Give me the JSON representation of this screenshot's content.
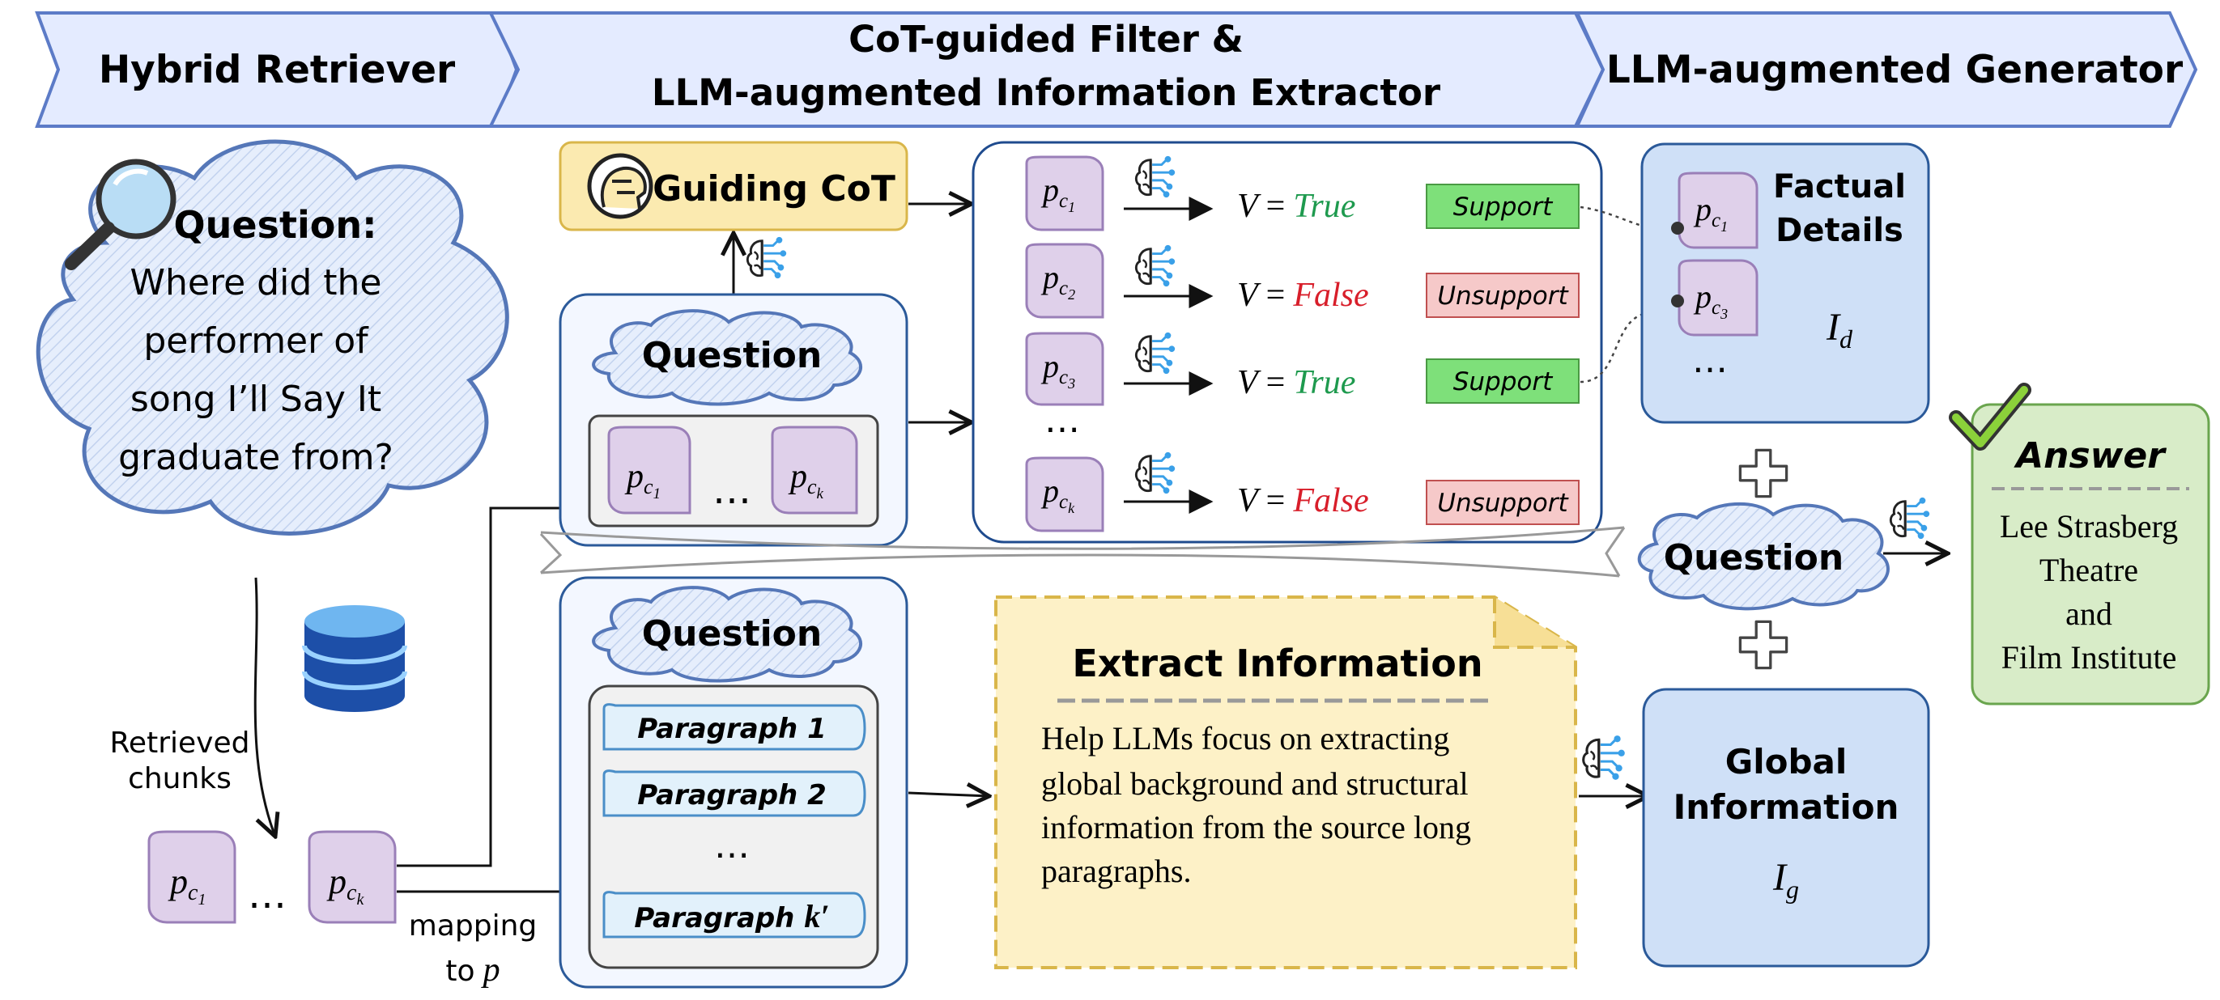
{
  "stages": [
    {
      "label": "Hybrid Retriever"
    },
    {
      "label_line1": "CoT-guided Filter &",
      "label_line2": "LLM-augmented Information Extractor"
    },
    {
      "label": "LLM-augmented Generator"
    }
  ],
  "question_cloud": {
    "title": "Question:",
    "lines": [
      "Where did the",
      "performer of",
      "song I’ll Say It",
      "graduate from?"
    ]
  },
  "retrieved_label": [
    "Retrieved",
    "chunks"
  ],
  "mapping_label": {
    "text": "mapping",
    "to": "to",
    "var": "p"
  },
  "chunk_var": "p",
  "chunk_subs": {
    "c1": "c",
    "c1n": "1",
    "c3n": "3",
    "c2n": "2",
    "ck": "k"
  },
  "ellipsis": "…",
  "vertical_dots": "⋮",
  "guiding_cot": "Guiding CoT",
  "question_label": "Question",
  "paragraphs": [
    "Paragraph 1",
    "Paragraph 2",
    "Paragraph"
  ],
  "paragraph_k_var": "k′",
  "verdicts": [
    {
      "v": "V",
      "eq": "=",
      "value": "True",
      "color": "#1e9a4e",
      "tag": "Support",
      "tag_color": "#7ee07a"
    },
    {
      "v": "V",
      "eq": "=",
      "value": "False",
      "color": "#d81e2a",
      "tag": "Unsupport",
      "tag_color": "#f6c9c9"
    },
    {
      "v": "V",
      "eq": "=",
      "value": "True",
      "color": "#1e9a4e",
      "tag": "Support",
      "tag_color": "#7ee07a"
    },
    {
      "v": "V",
      "eq": "=",
      "value": "False",
      "color": "#d81e2a",
      "tag": "Unsupport",
      "tag_color": "#f6c9c9"
    }
  ],
  "extract": {
    "title": "Extract Information",
    "lines": [
      "Help LLMs focus on extracting",
      "global background and structural",
      "information from the source long",
      "paragraphs."
    ]
  },
  "factual": {
    "title_line1": "Factual",
    "title_line2": "Details",
    "var": "I",
    "sub": "d"
  },
  "global": {
    "title_line1": "Global",
    "title_line2": "Information",
    "var": "I",
    "sub": "g"
  },
  "answer": {
    "title": "Answer",
    "lines": [
      "Lee Strasberg",
      "Theatre",
      "and",
      "Film Institute"
    ]
  },
  "icons": [
    "search-icon",
    "database-icon",
    "ai-brain-icon",
    "head-icon",
    "checkmark-icon",
    "plus-icon"
  ],
  "colors": {
    "banner": "#e4ebff",
    "banner_border": "#5c7bc7",
    "chunk": "#dfd0ea",
    "chunk_border": "#9a7fb8",
    "cot_box": "#fbeab0",
    "blue_box": "#cfe0f7",
    "answer_box": "#d8ecc8",
    "extract_box": "#fdf1c7"
  }
}
